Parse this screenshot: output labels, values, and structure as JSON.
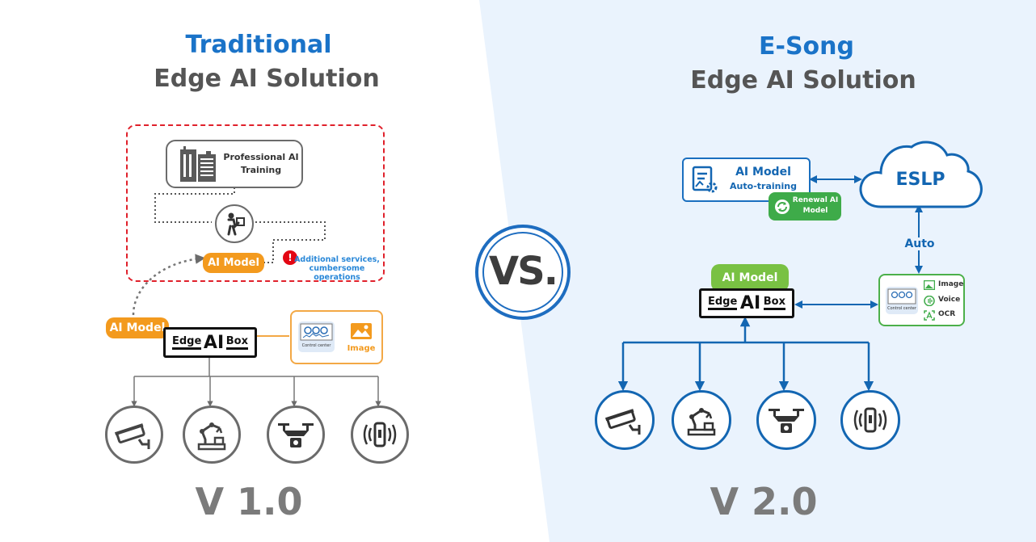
{
  "left": {
    "title_line1": "Traditional",
    "title_line2": "Edge AI Solution",
    "professional_training": "Professional AI Training",
    "ai_model_inner": "AI Model",
    "ai_model_outer": "AI Model",
    "warning_text_line1": "Additional services,",
    "warning_text_line2": "cumbersome operations",
    "warning_mark": "!",
    "edge_box": {
      "edge": "Edge",
      "ai": "AI",
      "box": "Box"
    },
    "control_center": "Control center",
    "image_label": "Image",
    "version": "V 1.0"
  },
  "center": {
    "vs": "VS."
  },
  "right": {
    "title_line1": "E-Song",
    "title_line2": "Edge AI Solution",
    "ai_model_title": "AI Model",
    "ai_model_sub": "Auto-training",
    "renewal_line1": "Renewal AI",
    "renewal_line2": "Model",
    "eslp": "ESLP",
    "auto": "Auto",
    "ai_model_pill": "AI Model",
    "edge_box": {
      "edge": "Edge",
      "ai": "AI",
      "box": "Box"
    },
    "control_center": "Control center",
    "features": [
      "Image",
      "Voice",
      "OCR"
    ],
    "version": "V 2.0"
  },
  "colors": {
    "blue_title": "#1a73c8",
    "orange": "#f39a1e",
    "green": "#79c143",
    "red_dash": "#e0212b",
    "right_blue": "#1366b2",
    "gray": "#6b6b6b"
  },
  "icons": {
    "devices": [
      "security-camera-icon",
      "robot-arm-icon",
      "drone-icon",
      "vibration-sensor-icon"
    ],
    "training": [
      "building-icon",
      "worker-icon"
    ],
    "cloud": "cloud-icon",
    "control": "control-center-icon"
  }
}
